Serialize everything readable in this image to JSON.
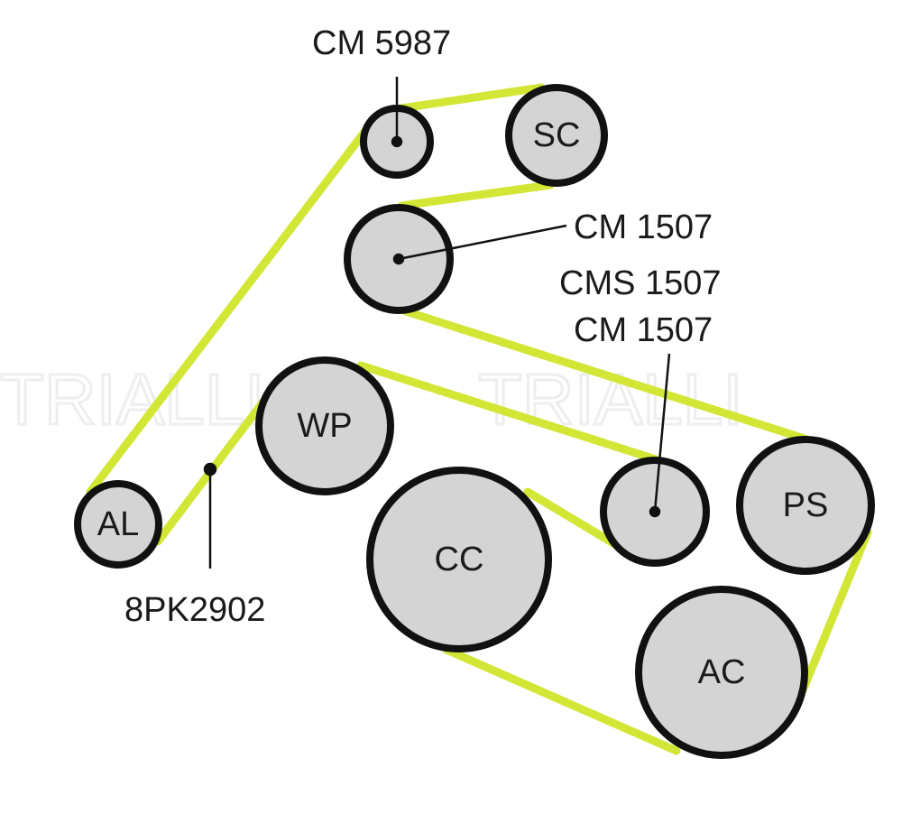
{
  "belt": {
    "part_number": "8PK2902",
    "color": "#d2e636"
  },
  "pulleys": {
    "sc": "SC",
    "wp": "WP",
    "al": "AL",
    "cc": "CC",
    "ps": "PS",
    "ac": "AC"
  },
  "callouts": {
    "top_idler": "CM 5987",
    "tensioner": "CM 1507",
    "lower_idler_line1": "CMS 1507",
    "lower_idler_line2": "CM 1507"
  },
  "colors": {
    "pulley_fill": "#d4d4d4",
    "outline": "#111111"
  },
  "watermark": "TRIALLI"
}
